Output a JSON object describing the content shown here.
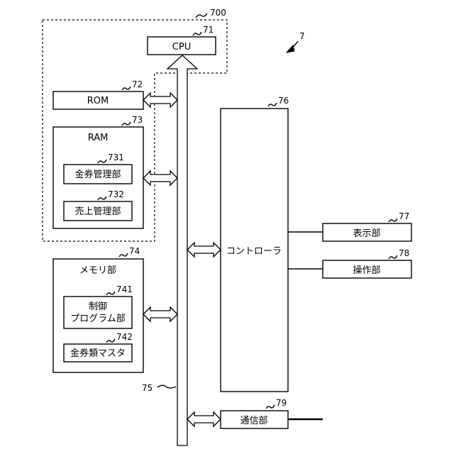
{
  "diagram": {
    "ref_system": "7",
    "group": {
      "ref": "700"
    },
    "cpu": {
      "label": "CPU",
      "ref": "71"
    },
    "rom": {
      "label": "ROM",
      "ref": "72"
    },
    "ram": {
      "label": "RAM",
      "ref": "73",
      "items": [
        {
          "label": "金券管理部",
          "ref": "731"
        },
        {
          "label": "売上管理部",
          "ref": "732"
        }
      ]
    },
    "memory": {
      "label": "メモリ部",
      "ref": "74",
      "items": [
        {
          "line1": "制御",
          "line2": "プログラム部",
          "ref": "741"
        },
        {
          "label": "金券類マスタ",
          "ref": "742"
        }
      ]
    },
    "bus": {
      "ref": "75"
    },
    "controller": {
      "label": "コントローラ",
      "ref": "76"
    },
    "display": {
      "label": "表示部",
      "ref": "77"
    },
    "operation": {
      "label": "操作部",
      "ref": "78"
    },
    "comm": {
      "label": "通信部",
      "ref": "79"
    }
  }
}
